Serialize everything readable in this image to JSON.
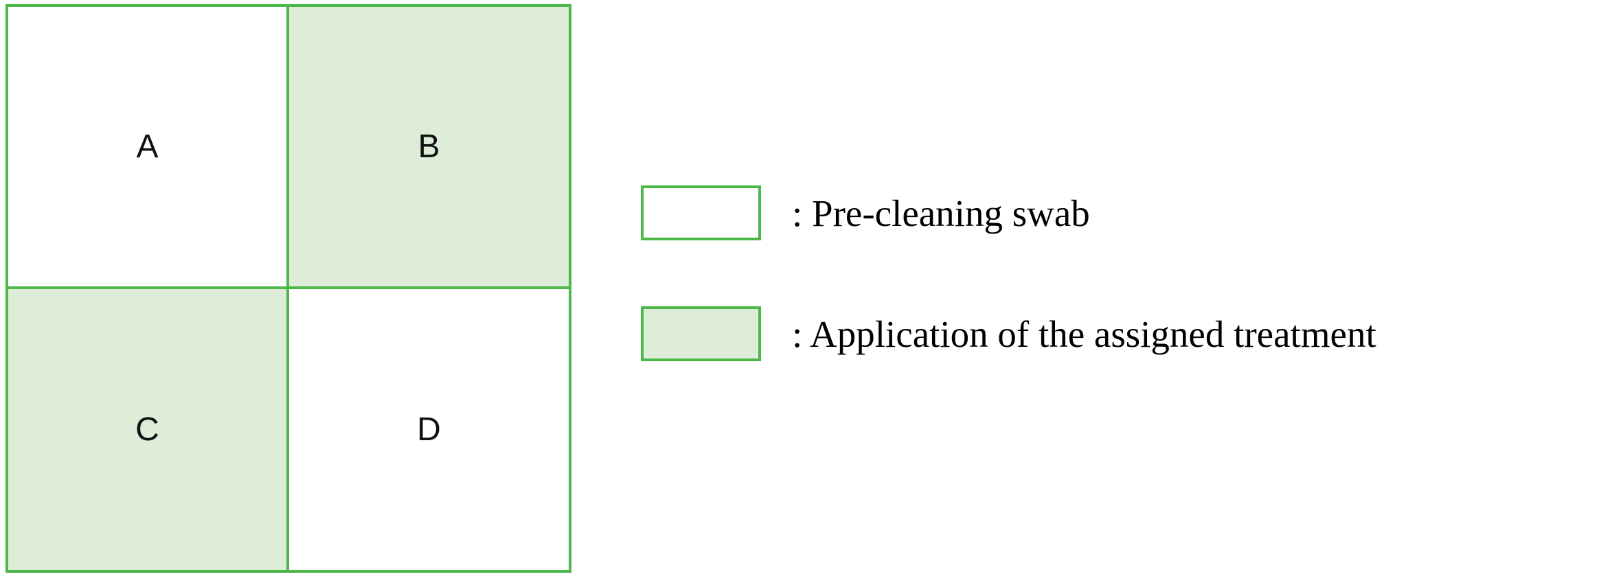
{
  "figure": {
    "type": "split-mouth-quadrant-diagram",
    "colors": {
      "border_green": "#4CB849",
      "fill_green": "#DEEDD8",
      "background": "#FFFFFF",
      "text": "#000000"
    }
  },
  "quadrant_grid": {
    "rows": 2,
    "columns": 2,
    "cells": [
      {
        "label": "A",
        "position": "top-left",
        "fill": "white",
        "meaning": "Pre-cleaning swab"
      },
      {
        "label": "B",
        "position": "top-right",
        "fill": "green",
        "meaning": "Application of the assigned treatment"
      },
      {
        "label": "C",
        "position": "bottom-left",
        "fill": "green",
        "meaning": "Application of the assigned treatment"
      },
      {
        "label": "D",
        "position": "bottom-right",
        "fill": "white",
        "meaning": "Pre-cleaning swab"
      }
    ]
  },
  "legend": {
    "items": [
      {
        "swatch": "white",
        "text": ": Pre-cleaning swab"
      },
      {
        "swatch": "green",
        "text": ": Application of the assigned treatment"
      }
    ]
  }
}
